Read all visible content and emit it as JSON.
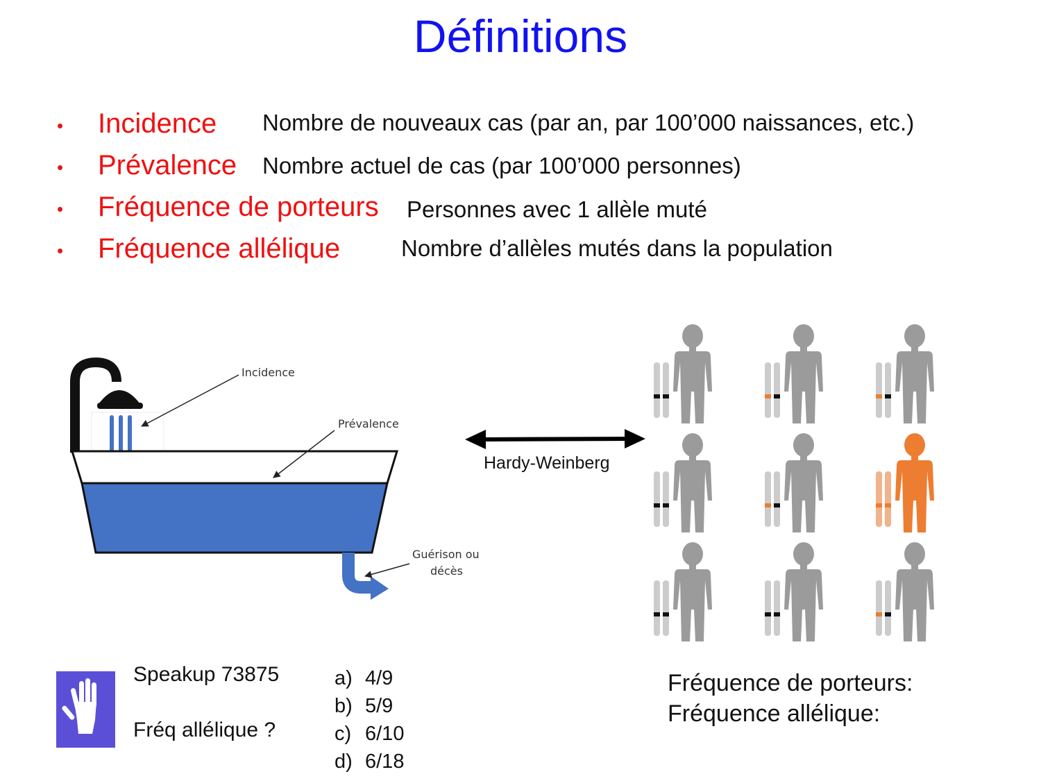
{
  "title": "Définitions",
  "definitions": [
    {
      "term": "Incidence",
      "definition": "Nombre de nouveaux cas (par an, par 100’000 naissances, etc.)"
    },
    {
      "term": "Prévalence",
      "definition": "Nombre actuel de cas (par 100’000 personnes)"
    },
    {
      "term": "Fréquence de porteurs",
      "definition": "Personnes avec 1 allèle muté"
    },
    {
      "term": "Fréquence allélique",
      "definition": "Nombre d’allèles mutés dans la population"
    }
  ],
  "bullet": "•",
  "bathtub": {
    "incidence_label": "Incidence",
    "prevalence_label": "Prévalence",
    "outflow_label_line1": "Guérison ou",
    "outflow_label_line2": "décès"
  },
  "arrow_label": "Hardy-Weinberg",
  "people_grid": {
    "rows": 3,
    "cols": 3,
    "people": [
      {
        "affected": false,
        "allele_left": "normal",
        "allele_right": "normal"
      },
      {
        "affected": false,
        "allele_left": "mutated",
        "allele_right": "normal"
      },
      {
        "affected": false,
        "allele_left": "mutated",
        "allele_right": "normal"
      },
      {
        "affected": false,
        "allele_left": "normal",
        "allele_right": "normal"
      },
      {
        "affected": false,
        "allele_left": "mutated",
        "allele_right": "normal"
      },
      {
        "affected": true,
        "allele_left": "mutated",
        "allele_right": "mutated"
      },
      {
        "affected": false,
        "allele_left": "normal",
        "allele_right": "normal"
      },
      {
        "affected": false,
        "allele_left": "normal",
        "allele_right": "normal"
      },
      {
        "affected": false,
        "allele_left": "mutated",
        "allele_right": "normal"
      }
    ]
  },
  "speakup": {
    "code_text": "Speakup 73875",
    "question": "Fréq allélique ?",
    "answers": [
      {
        "key": "a)",
        "value": "4/9"
      },
      {
        "key": "b)",
        "value": "5/9"
      },
      {
        "key": "c)",
        "value": "6/10"
      },
      {
        "key": "d)",
        "value": "6/18"
      }
    ]
  },
  "summary": {
    "carrier_label": "Fréquence de porteurs:",
    "allelic_label": "Fréquence allélique:"
  },
  "colors": {
    "title": "#1212f0",
    "term": "#f01010",
    "water": "#4472c4",
    "person": "#9b9b9b",
    "affected": "#ed7d31",
    "hand_bg": "#5b4fd8"
  },
  "icons": [
    "raised-hand-icon",
    "shower-icon",
    "bathtub-icon",
    "double-arrow-icon",
    "person-icon",
    "chromosome-icon"
  ]
}
